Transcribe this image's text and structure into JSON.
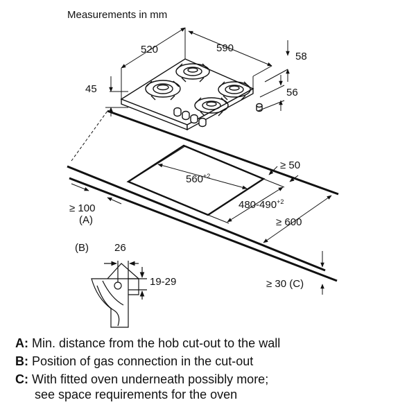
{
  "title": "Measurements in mm",
  "dimensions": {
    "hob_depth": "520",
    "hob_width": "590",
    "knob_height": "58",
    "hob_height": "45",
    "under_height": "56",
    "cutout_width": "560",
    "cutout_width_tol": "+2",
    "cutout_depth": "480-490",
    "cutout_depth_tol": "+2",
    "back_min": "≥ 50",
    "front_min": "≥ 600",
    "wall_min": "≥ 100",
    "bottom_min": "≥ 30",
    "gas_offset": "26",
    "gas_range": "19-29"
  },
  "labels": {
    "a": "(A)",
    "b": "(B)",
    "c": "(C)",
    "c_letter": "C"
  },
  "legend": [
    {
      "key": "A:",
      "text": "Min. distance from the hob cut-out to the wall"
    },
    {
      "key": "B:",
      "text": "Position of gas connection in the cut-out"
    },
    {
      "key": "C:",
      "text": "With fitted oven underneath possibly more;",
      "text2": "see space requirements for the oven"
    }
  ]
}
